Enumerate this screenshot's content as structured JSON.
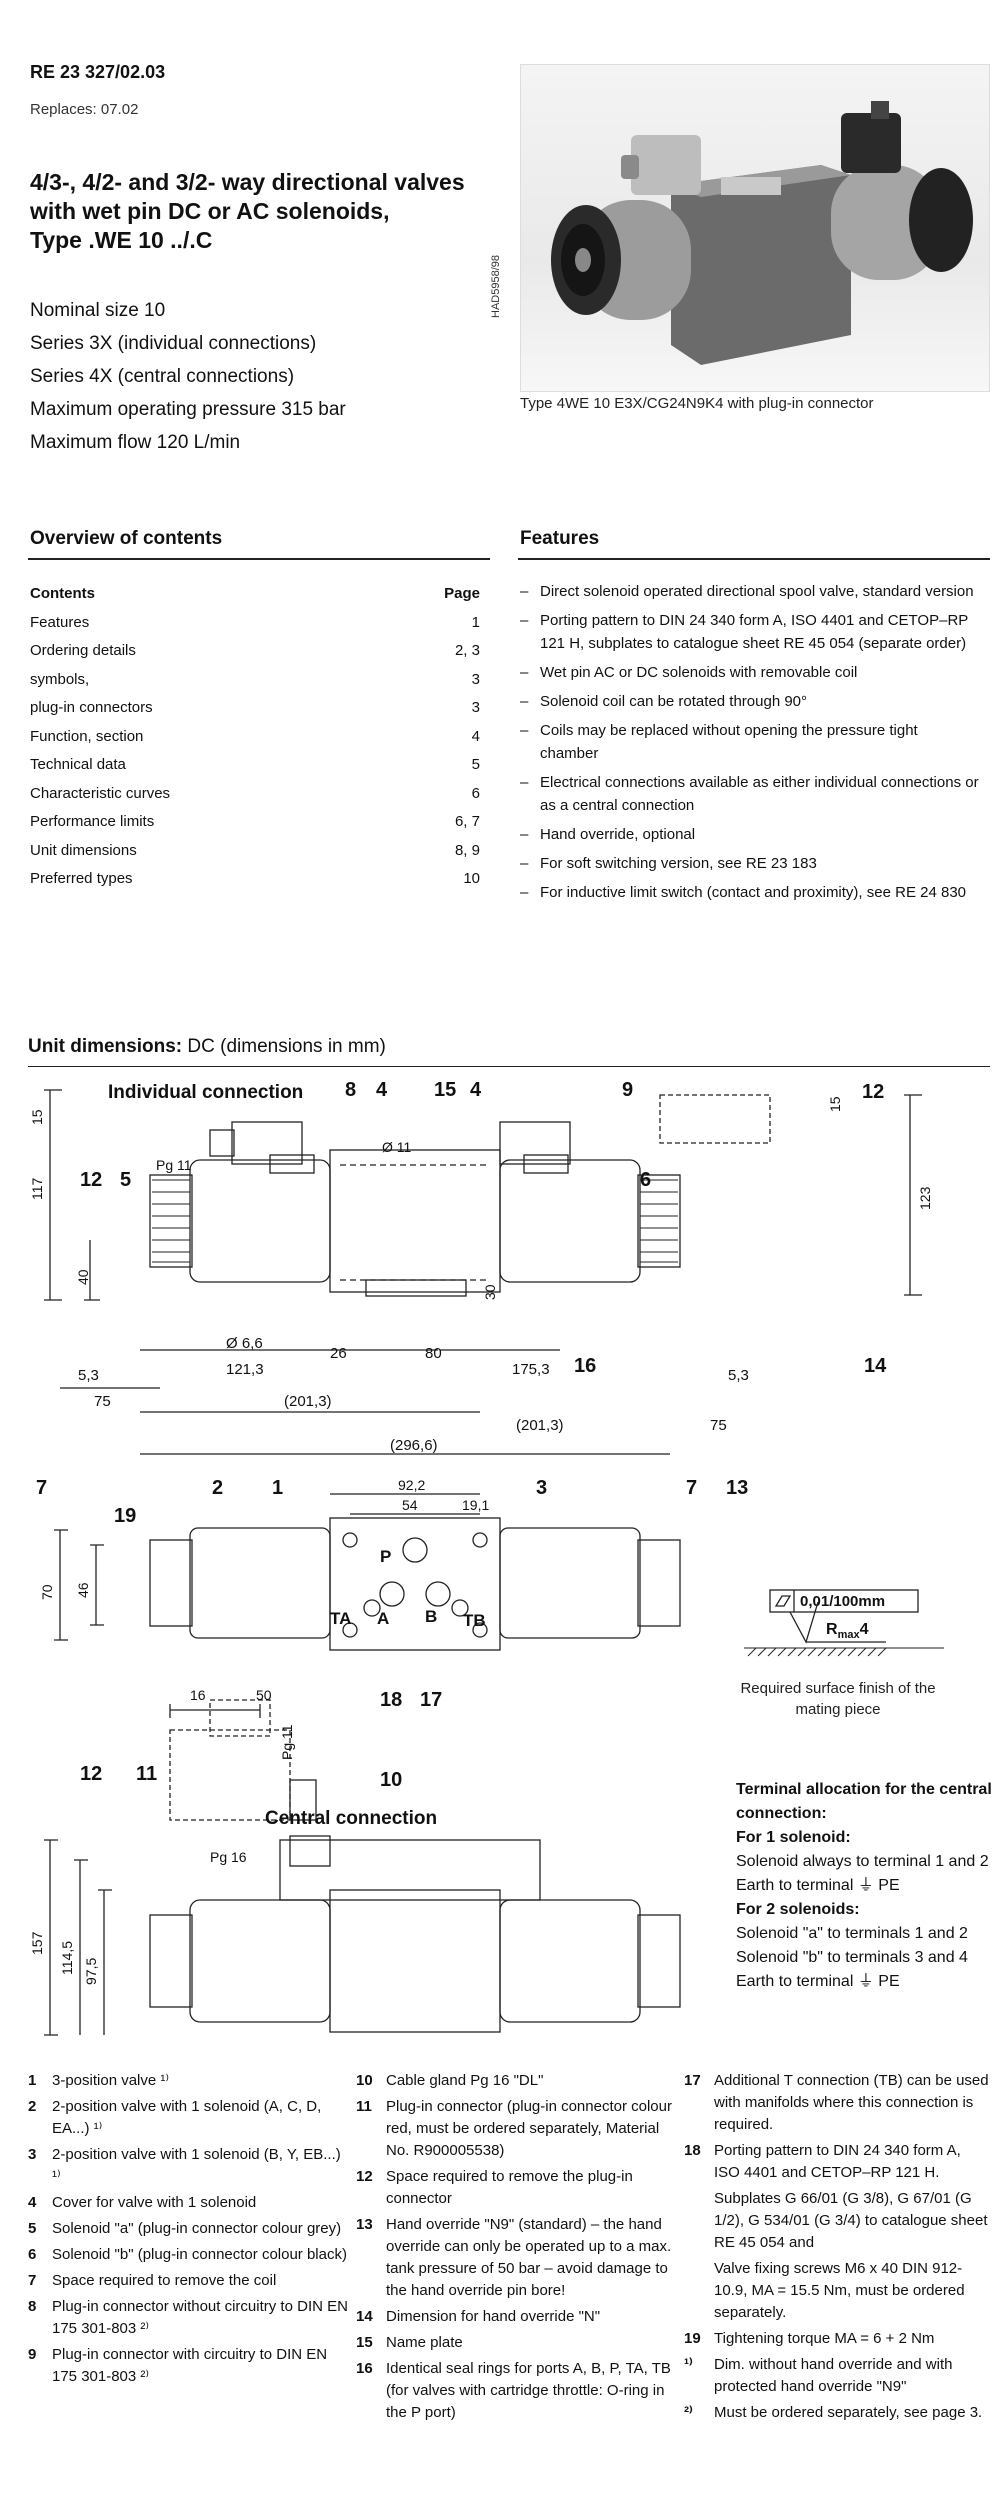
{
  "header": {
    "doc_id": "RE 23 327/02.03",
    "replaces": "Replaces: 07.02",
    "title_lines": [
      "4/3-, 4/2- and 3/2- way directional valves",
      "with wet pin DC or AC solenoids,",
      "Type .WE 10 ../.C"
    ],
    "specs": [
      "Nominal size 10",
      "Series 3X (individual connections)",
      "Series 4X (central connections)",
      "Maximum operating pressure 315 bar",
      "Maximum flow 120 L/min"
    ],
    "photo_code": "HAD5958/98",
    "photo_caption": "Type 4WE 10 E3X/CG24N9K4 with plug-in connector"
  },
  "overview": {
    "heading": "Overview of contents",
    "col_contents": "Contents",
    "col_page": "Page",
    "rows": [
      {
        "label": "Features",
        "page": "1"
      },
      {
        "label": "Ordering details",
        "page": "2, 3"
      },
      {
        "label": "symbols,",
        "page": "3"
      },
      {
        "label": "plug-in connectors",
        "page": "3"
      },
      {
        "label": "Function, section",
        "page": "4"
      },
      {
        "label": "Technical data",
        "page": "5"
      },
      {
        "label": "Characteristic curves",
        "page": "6"
      },
      {
        "label": "Performance limits",
        "page": "6, 7"
      },
      {
        "label": "Unit dimensions",
        "page": "8, 9"
      },
      {
        "label": "Preferred types",
        "page": "10"
      }
    ]
  },
  "features": {
    "heading": "Features",
    "items": [
      "Direct solenoid operated directional spool valve, standard version",
      "Porting pattern to DIN 24 340 form A, ISO 4401 and CETOP–RP 121 H, subplates to catalogue sheet RE 45 054 (separate order)",
      "Wet pin AC or DC solenoids with removable coil",
      "Solenoid coil can be rotated through 90°",
      "Coils may be replaced without opening the pressure tight chamber",
      "Electrical connections available as either individual connections or as a central connection",
      "Hand override, optional",
      "For soft switching version, see RE 23 183",
      "For inductive limit switch (contact and proximity), see RE 24 830"
    ]
  },
  "unit_dimensions": {
    "heading_bold": "Unit dimensions:",
    "heading_rest": " DC (dimensions in mm)",
    "individual_connection": "Individual connection",
    "central_connection": "Central connection",
    "dims": {
      "d15a": "15",
      "d117": "117",
      "d40": "40",
      "pg11": "Pg 11",
      "o11": "Ø 11",
      "d123": "123",
      "d15b": "15",
      "o66": "Ø 6,6",
      "d1213": "121,3",
      "d26": "26",
      "d80": "80",
      "d1753": "175,3",
      "d30": "30",
      "d53a": "5,3",
      "d53b": "5,3",
      "d75a": "75",
      "d75b": "75",
      "d2013a": "(201,3)",
      "d2013b": "(201,3)",
      "d2966": "(296,6)",
      "d922": "92,2",
      "d54": "54",
      "d191": "19,1",
      "d70": "70",
      "d46": "46",
      "d16": "16",
      "d50": "50",
      "pg11b": "Pg 11",
      "pg16": "Pg 16",
      "d157": "157",
      "d1145": "114,5",
      "d975": "97,5",
      "port_p": "P",
      "port_a": "A",
      "port_b": "B",
      "port_ta": "TA",
      "port_tb": "TB",
      "tol": "0,01/100mm",
      "rmax": "R",
      "rmax_sub": "max",
      "rmax_val": "4"
    },
    "callouts": {
      "c8": "8",
      "c4a": "4",
      "c15": "15",
      "c4b": "4",
      "c9": "9",
      "c12a": "12",
      "c12b": "12",
      "c5": "5",
      "c6": "6",
      "c16": "16",
      "c14": "14",
      "c7a": "7",
      "c2": "2",
      "c1": "1",
      "c3": "3",
      "c7b": "7",
      "c13": "13",
      "c19": "19",
      "c18": "18",
      "c17": "17",
      "c12c": "12",
      "c11": "11",
      "c10": "10"
    },
    "surface_note": "Required surface finish of the mating piece"
  },
  "terminal": {
    "heading": "Terminal allocation for the central connection:",
    "one_head": "For 1 solenoid:",
    "one_a": "Solenoid always to terminal 1 and 2",
    "one_b": "Earth to terminal ⏚ PE",
    "two_head": "For 2 solenoids:",
    "two_a": "Solenoid \"a\" to terminals 1 and 2",
    "two_b": "Solenoid \"b\" to terminals 3 and 4",
    "two_c": "Earth to terminal ⏚ PE"
  },
  "legend": {
    "col1": [
      {
        "n": "1",
        "t": "3-position valve ¹⁾"
      },
      {
        "n": "2",
        "t": "2-position valve with 1 solenoid (A, C, D, EA...) ¹⁾"
      },
      {
        "n": "3",
        "t": "2-position valve with 1 solenoid (B, Y, EB...) ¹⁾"
      },
      {
        "n": "4",
        "t": "Cover for valve with 1 solenoid"
      },
      {
        "n": "5",
        "t": "Solenoid \"a\" (plug-in connector colour grey)"
      },
      {
        "n": "6",
        "t": "Solenoid \"b\" (plug-in connector colour black)"
      },
      {
        "n": "7",
        "t": "Space required to remove the coil"
      },
      {
        "n": "8",
        "t": "Plug-in connector without circuitry to DIN EN 175 301-803 ²⁾"
      },
      {
        "n": "9",
        "t": "Plug-in connector with circuitry to DIN EN 175 301-803 ²⁾"
      }
    ],
    "col2": [
      {
        "n": "10",
        "t": "Cable gland Pg 16 \"DL\""
      },
      {
        "n": "11",
        "t": "Plug-in connector (plug-in connector colour red, must be ordered separately, Material No. R900005538)"
      },
      {
        "n": "12",
        "t": "Space required to remove the plug-in connector"
      },
      {
        "n": "13",
        "t": "Hand override \"N9\" (standard) – the hand override can only be operated up to a max. tank pressure of 50 bar – avoid damage to the hand override pin bore!"
      },
      {
        "n": "14",
        "t": "Dimension for hand override \"N\""
      },
      {
        "n": "15",
        "t": "Name plate"
      },
      {
        "n": "16",
        "t": "Identical seal rings for ports A, B, P, TA, TB (for valves with cartridge throttle: O-ring in the P port)"
      }
    ],
    "col3": [
      {
        "n": "17",
        "t": "Additional T connection (TB) can be used with manifolds where this connection is required."
      },
      {
        "n": "18",
        "t": "Porting pattern to DIN 24 340 form A, ISO 4401 and CETOP–RP 121 H."
      },
      {
        "n": "",
        "t": "Subplates G 66/01 (G 3/8), G 67/01 (G 1/2), G 534/01 (G 3/4) to catalogue sheet RE 45 054 and"
      },
      {
        "n": "",
        "t": "Valve fixing screws M6 x 40 DIN 912-10.9, MA = 15.5 Nm, must be ordered separately."
      },
      {
        "n": "19",
        "t": "Tightening torque MA = 6 + 2 Nm"
      },
      {
        "n": "¹⁾",
        "t": "Dim. without hand override and with protected hand override \"N9\""
      },
      {
        "n": "²⁾",
        "t": "Must be ordered separately, see page 3."
      }
    ]
  }
}
